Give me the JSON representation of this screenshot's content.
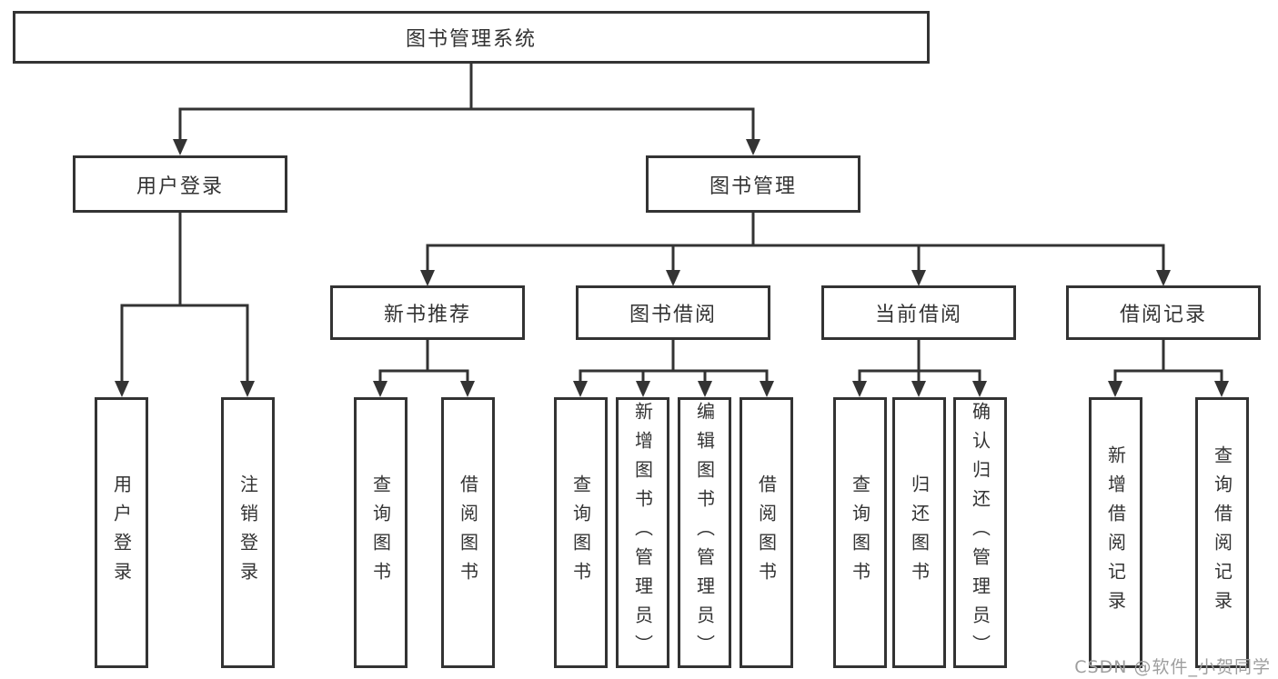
{
  "tree": {
    "label": "图书管理系统",
    "children": [
      {
        "label": "用户登录",
        "children": [
          {
            "label": "用户登录"
          },
          {
            "label": "注销登录"
          }
        ]
      },
      {
        "label": "图书管理",
        "children": [
          {
            "label": "新书推荐",
            "children": [
              {
                "label": "查询图书"
              },
              {
                "label": "借阅图书"
              }
            ]
          },
          {
            "label": "图书借阅",
            "children": [
              {
                "label": "查询图书"
              },
              {
                "label": "新增图书（管理员）"
              },
              {
                "label": "编辑图书（管理员）"
              },
              {
                "label": "借阅图书"
              }
            ]
          },
          {
            "label": "当前借阅",
            "children": [
              {
                "label": "查询图书"
              },
              {
                "label": "归还图书"
              },
              {
                "label": "确认归还（管理员）"
              }
            ]
          },
          {
            "label": "借阅记录",
            "children": [
              {
                "label": "新增借阅记录"
              },
              {
                "label": "查询借阅记录"
              }
            ]
          }
        ]
      }
    ]
  },
  "colors": {
    "line": "#333333",
    "text": "#333333",
    "box_fill": "#ffffff",
    "background": "#ffffff",
    "watermark": "#9e9e9e"
  },
  "watermark": "CSDN @软件_小贺同学"
}
